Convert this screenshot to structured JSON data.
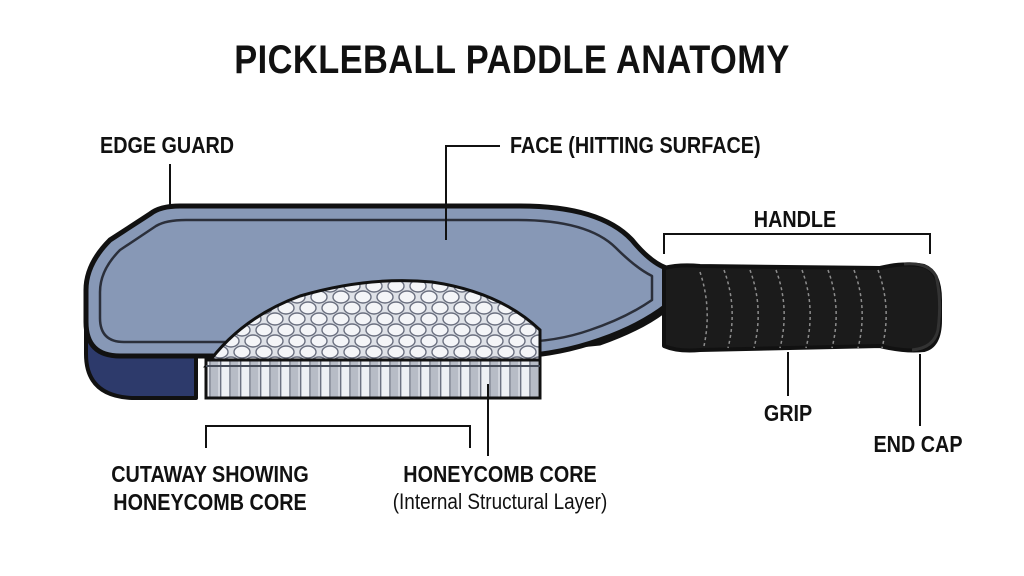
{
  "title": "PICKLEBALL PADDLE ANATOMY",
  "labels": {
    "edge_guard": "EDGE GUARD",
    "face": "FACE (HITTING SURFACE)",
    "handle": "HANDLE",
    "grip": "GRIP",
    "end_cap": "END CAP",
    "cutaway_line1": "CUTAWAY SHOWING",
    "cutaway_line2": "HONEYCOMB CORE",
    "core_title": "HONEYCOMB CORE",
    "core_note": "(Internal Structural Layer)"
  },
  "colors": {
    "face": "#8798b6",
    "edge_side": "#2d3a6b",
    "outline": "#111111",
    "grip": "#1b1b1b",
    "honeycomb_top": "#dfe2e8",
    "honeycomb_side": "#c3c7d0"
  },
  "icons": [
    "paddle-illustration",
    "honeycomb-core-illustration",
    "grip-wrap-illustration"
  ]
}
